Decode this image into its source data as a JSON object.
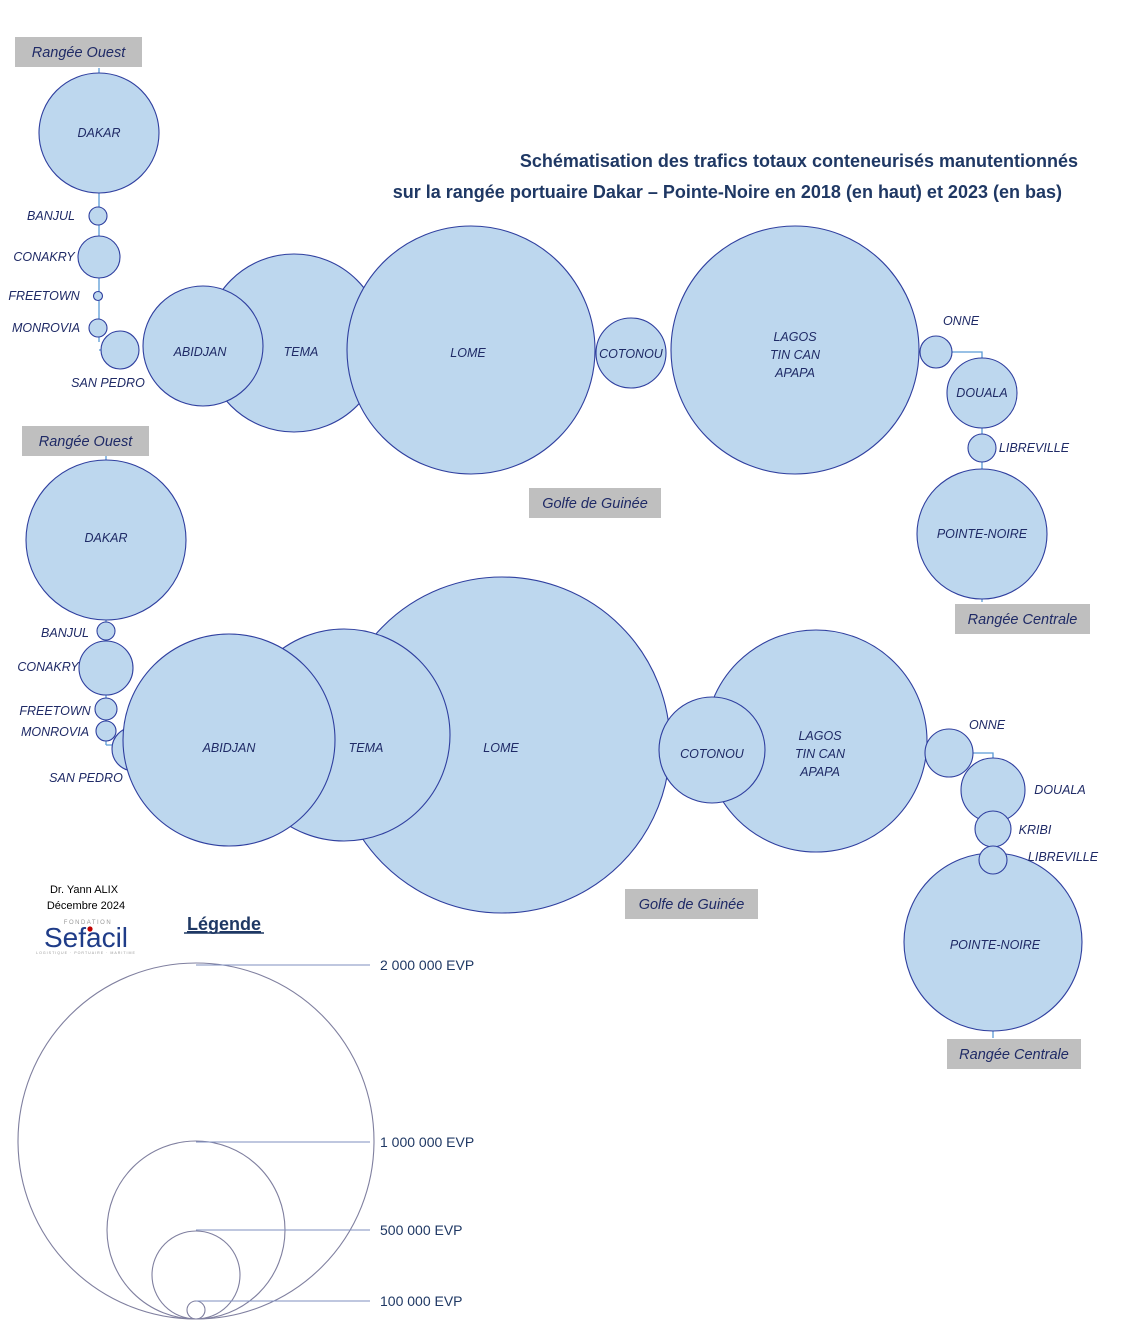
{
  "title": {
    "line1": "Schématisation des trafics totaux conteneurisés manutentionnés",
    "line2": "sur la rangée portuaire Dakar – Pointe-Noire en 2018 (en haut) et 2023 (en bas)"
  },
  "diagram_2018": {
    "region_west": "Rangée Ouest",
    "region_gulf": "Golfe de Guinée",
    "region_central": "Rangée Centrale",
    "ports": {
      "dakar": [
        "DAKAR"
      ],
      "banjul": [
        "BANJUL"
      ],
      "conakry": [
        "CONAKRY"
      ],
      "freetown": [
        "FREETOWN"
      ],
      "monrovia": [
        "MONROVIA"
      ],
      "san_pedro": [
        "SAN PEDRO"
      ],
      "abidjan": [
        "ABIDJAN"
      ],
      "tema": [
        "TEMA"
      ],
      "lome": [
        "LOME"
      ],
      "cotonou": [
        "COTONOU"
      ],
      "lagos": [
        "LAGOS",
        "TIN CAN",
        "APAPA"
      ],
      "onne": [
        "ONNE"
      ],
      "douala": [
        "DOUALA"
      ],
      "libreville": [
        "LIBREVILLE"
      ],
      "pointe_noire": [
        "POINTE-NOIRE"
      ]
    }
  },
  "diagram_2023": {
    "region_west": "Rangée Ouest",
    "region_gulf": "Golfe de Guinée",
    "region_central": "Rangée Centrale",
    "ports": {
      "dakar": [
        "DAKAR"
      ],
      "banjul": [
        "BANJUL"
      ],
      "conakry": [
        "CONAKRY"
      ],
      "freetown": [
        "FREETOWN"
      ],
      "monrovia": [
        "MONROVIA"
      ],
      "san_pedro": [
        "SAN PEDRO"
      ],
      "abidjan": [
        "ABIDJAN"
      ],
      "tema": [
        "TEMA"
      ],
      "lome": [
        "LOME"
      ],
      "cotonou": [
        "COTONOU"
      ],
      "lagos": [
        "LAGOS",
        "TIN CAN",
        "APAPA"
      ],
      "onne": [
        "ONNE"
      ],
      "douala": [
        "DOUALA"
      ],
      "kribi": [
        "KRIBI"
      ],
      "libreville": [
        "LIBREVILLE"
      ],
      "pointe_noire": [
        "POINTE-NOIRE"
      ]
    }
  },
  "author": {
    "name": "Dr. Yann ALIX",
    "date": "Décembre 2024",
    "logo_top": "FONDATION",
    "logo_main": "Sefacil",
    "logo_sub": "LOGISTIQUE · PORTUAIRE · MARITIME"
  },
  "legend": {
    "title": "Légende",
    "items": [
      "2 000 000 EVP",
      "1 000 000 EVP",
      "500 000 EVP",
      "100 000 EVP"
    ]
  },
  "colors": {
    "circle_fill": "#bdd7ee",
    "circle_stroke": "#2f3f9f",
    "connector": "#5b9bd5",
    "text": "#1f2a66",
    "title": "#1f3864",
    "region_box": "#bfbfbf",
    "logo_accent": "#c00000"
  }
}
